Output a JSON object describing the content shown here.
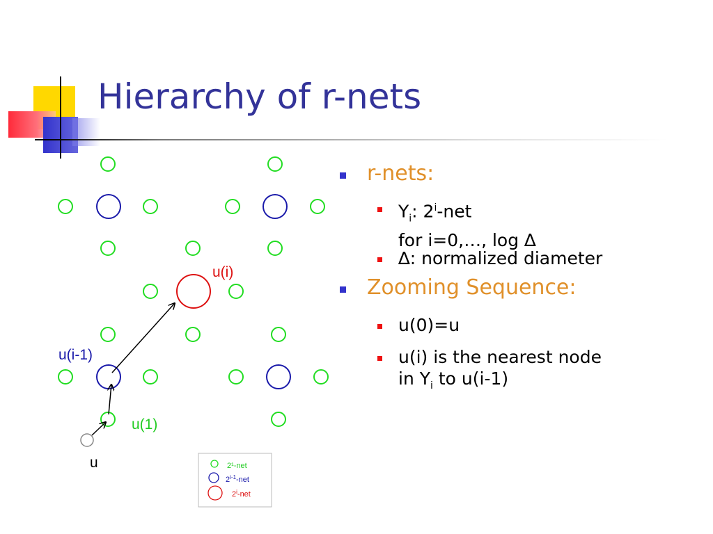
{
  "slide": {
    "title": "Hierarchy of r-nets"
  },
  "bullets": {
    "b1": "r-nets:",
    "b1_1_a": "Y",
    "b1_1_sub": "i",
    "b1_1_b": ": 2",
    "b1_1_sup": "i",
    "b1_1_c": "-net",
    "b1_1_line2": "for i=0,…, log ∆",
    "b1_2": "∆: normalized diameter",
    "b2": "Zooming Sequence:",
    "b2_1": "u(0)=u",
    "b2_2_line1": "u(i) is the nearest node",
    "b2_2_a": "in Y",
    "b2_2_sub": "i",
    "b2_2_b": " to u(i-1)"
  },
  "diagram": {
    "labels": {
      "u_i": "u(i)",
      "u_i_minus_1": "u(i-1)",
      "u_1": "u(1)",
      "u": "u"
    },
    "legend": {
      "green_label": "2¹-net",
      "blue_label_a": "2",
      "blue_label_sup": "i-1",
      "blue_label_b": "-net",
      "red_label_a": "2",
      "red_label_sup": "i",
      "red_label_b": "-net"
    },
    "colors": {
      "green": "#22dd22",
      "blue": "#1a1aaa",
      "red": "#dd1111",
      "gray": "#888888"
    }
  }
}
